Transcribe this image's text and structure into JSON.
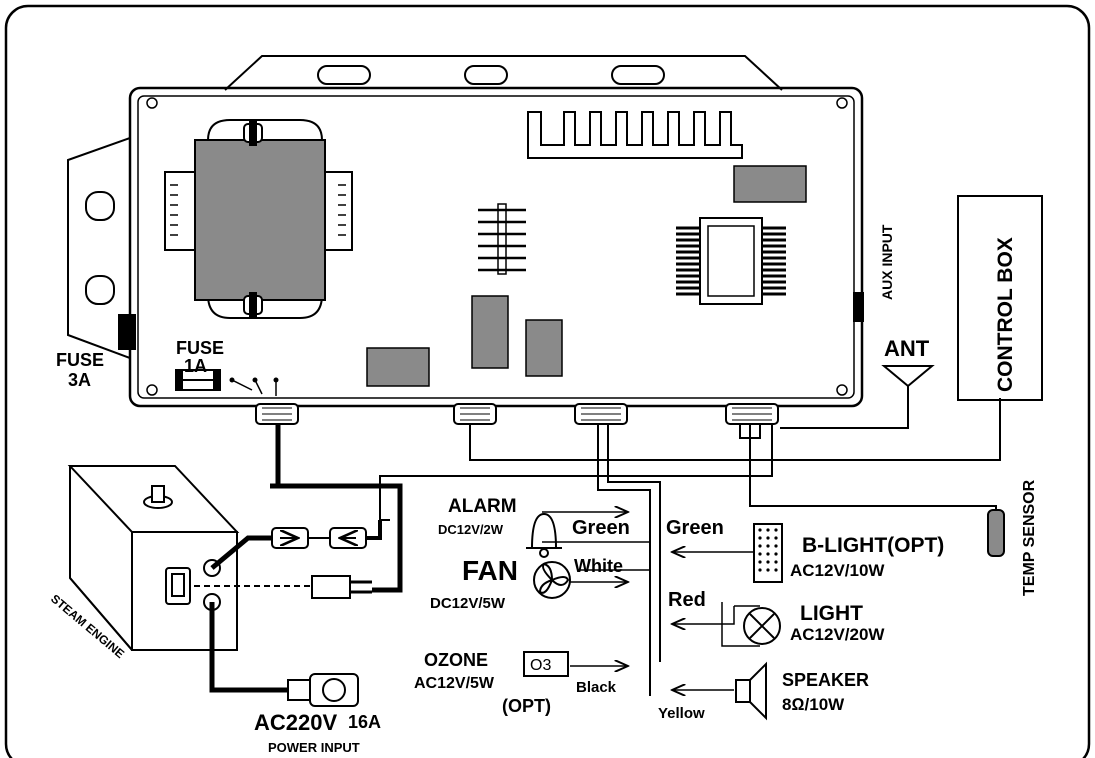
{
  "labels": {
    "fuse3a_line1": "FUSE",
    "fuse3a_line2": "3A",
    "fuse1a_line1": "FUSE",
    "fuse1a_line2": "1A",
    "aux_input": "AUX INPUT",
    "ant": "ANT",
    "control_box": "CONTROL BOX",
    "temp_sensor": "TEMP SENSOR",
    "steam_engine": "STEAM ENGINE",
    "power_main": "AC220V",
    "power_rating": "16A",
    "power_sub": "POWER INPUT",
    "alarm": "ALARM",
    "alarm_spec": "DC12V/2W",
    "fan": "FAN",
    "fan_spec": "DC12V/5W",
    "ozone": "OZONE",
    "ozone_spec": "AC12V/5W",
    "ozone_opt": "(OPT)",
    "ozone_box": "O3",
    "b_light": "B-LIGHT(OPT)",
    "b_light_spec": "AC12V/10W",
    "light": "LIGHT",
    "light_spec": "AC12V/20W",
    "speaker": "SPEAKER",
    "speaker_spec": "8Ω/10W"
  },
  "wires": {
    "green_left": "Green",
    "green_right": "Green",
    "white": "White",
    "red": "Red",
    "black": "Black",
    "yellow": "Yellow"
  },
  "colors": {
    "ink": "#000000",
    "component_fill": "#8a8a8a",
    "background": "#ffffff"
  }
}
